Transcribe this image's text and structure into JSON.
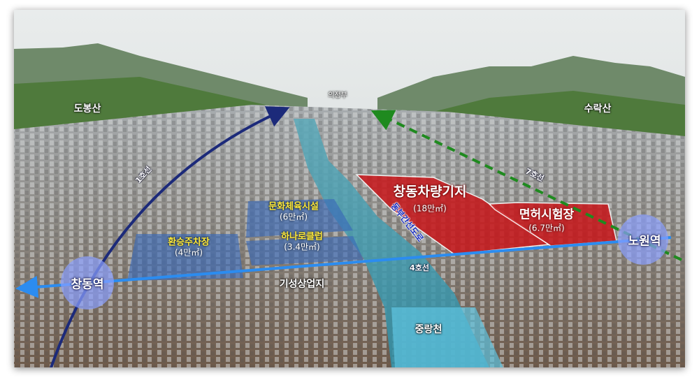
{
  "mountains": {
    "left": "도봉산",
    "right": "수락산"
  },
  "city_north": "의정부",
  "lines": {
    "line1": "1호선",
    "line4": "4호선",
    "line7": "7호선"
  },
  "stations": {
    "changdong": "창동역",
    "nowon": "노원역"
  },
  "sites": {
    "depot": {
      "name": "창동차량기지",
      "area": "(18만㎡)"
    },
    "license": {
      "name": "면허시험장",
      "area": "(6.7만㎡)"
    },
    "culture": {
      "name": "문화체육시설",
      "area": "(6만㎡)"
    },
    "hanaro": {
      "name": "하나로클럽",
      "area": "(3.4만㎡)"
    },
    "parking": {
      "name": "환승주차장",
      "area": "(4만㎡)"
    }
  },
  "road": "동부간선도로",
  "commercial": "기성상업지",
  "stream": "중랑천",
  "colors": {
    "line1": "#1c2a7a",
    "line4": "#2b8cf0",
    "line7": "#1f8a1f",
    "depot": "#c8161a",
    "site": "#3a6ab8"
  }
}
